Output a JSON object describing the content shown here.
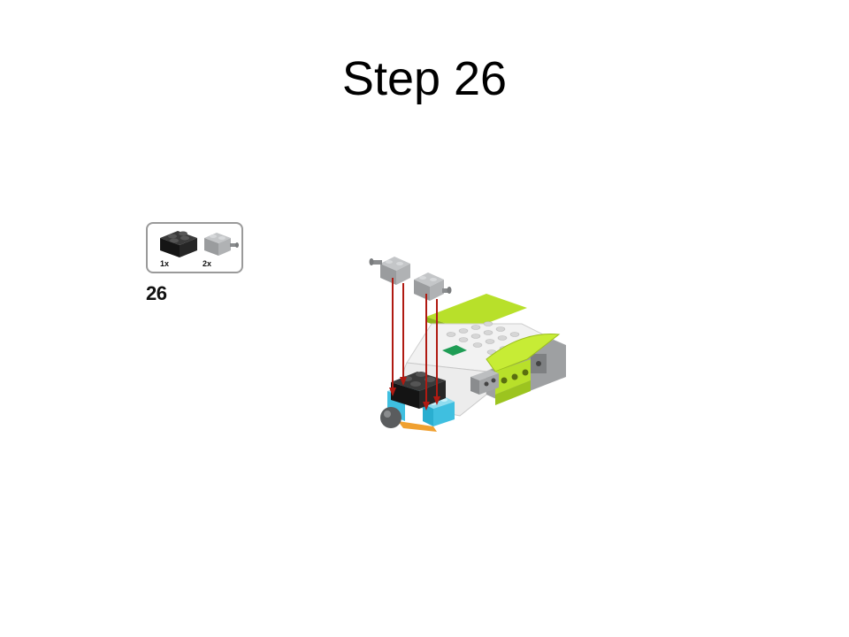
{
  "slide": {
    "title": "Step 26"
  },
  "parts_callout": {
    "parts": [
      {
        "name": "black-2x2-brick",
        "quantity": "1x",
        "color": "#1e1e1e"
      },
      {
        "name": "gray-1x1-brick-with-axle",
        "quantity": "2x",
        "color": "#9ea0a2"
      }
    ]
  },
  "step_number": "26",
  "colors": {
    "lime": "#b8e02a",
    "white_body": "#ececec",
    "gray": "#9ea0a2",
    "black": "#1e1e1e",
    "cyan": "#3fbfe0",
    "arrow_red": "#b01a12",
    "orange_base": "#f0a030"
  }
}
